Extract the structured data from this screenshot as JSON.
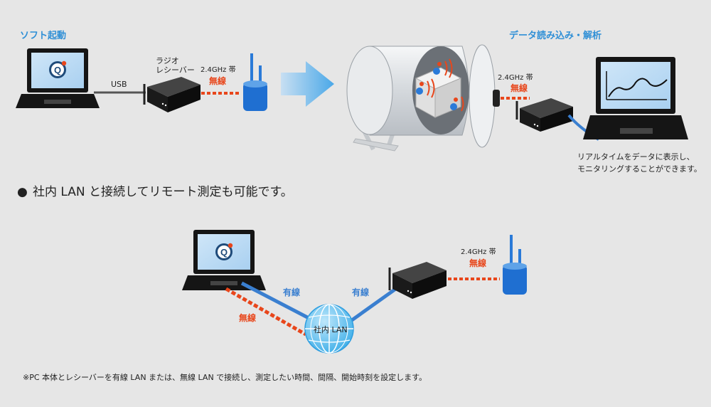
{
  "top": {
    "soft_start_label": "ソフト起動",
    "usb_label": "USB",
    "radio_receiver_label": "ラジオ\nレシーバー",
    "band_label_left": "2.4GHz 帯",
    "wireless_label_left": "無線",
    "data_label": "データ読み込み・解析",
    "band_label_right": "2.4GHz 帯",
    "wireless_label_right": "無線",
    "realtime_text": "リアルタイムをデータに表示し、\nモニタリングすることができます。"
  },
  "middle": {
    "bullet": "●",
    "heading": "社内 LAN と接続してリモート測定も可能です。"
  },
  "bottom": {
    "band_label": "2.4GHz 帯",
    "wireless_label_receiver": "無線",
    "wired_left": "有線",
    "wired_right": "有線",
    "wireless_label_laptop": "無線",
    "lan_label": "社内 LAN"
  },
  "footnote": "※PC 本体とレシーバーを有線 LAN または、無線 LAN で接続し、測定したい時間、間隔、開始時刻を設定します。",
  "icons": {
    "app_icon_letter": "Q"
  },
  "colors": {
    "background": "#e6e6e6",
    "heading_blue": "#2f8fd6",
    "wireless_red": "#e8461b",
    "wired_blue": "#3a7fd0",
    "sensor_blue": "#1f6fd1"
  }
}
